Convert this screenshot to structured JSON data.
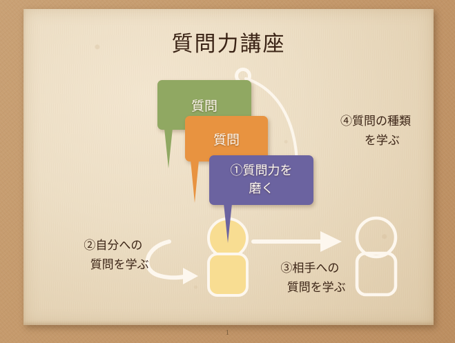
{
  "slide": {
    "title": "質問力講座",
    "page_number": "1",
    "background_color": "#c59a6c",
    "paper_color": "#eddfc6",
    "text_color": "#3b2416"
  },
  "bubbles": [
    {
      "id": "green",
      "text": "質問",
      "color": "#90a862",
      "text_color": "#fdf7ef"
    },
    {
      "id": "orange",
      "text": "質問",
      "color": "#e89340",
      "text_color": "#fdf7ef"
    },
    {
      "id": "purple",
      "line1": "①質問力を",
      "line2": "磨く",
      "color": "#6b63a0",
      "text_color": "#fdf7ef"
    }
  ],
  "notes": {
    "note2": {
      "line1": "②自分への",
      "line2": "質問を学ぶ"
    },
    "note3": {
      "line1": "③相手への",
      "line2": "質問を学ぶ"
    },
    "note4": {
      "line1": "④質問の種類",
      "line2": "を学ぶ"
    }
  },
  "figures": {
    "center": {
      "fill": "#f8dd92",
      "stroke": "#fdf7ee",
      "label": "self-person-figure"
    },
    "right": {
      "fill": "none",
      "stroke": "#fdf7ee",
      "label": "other-person-figure"
    }
  },
  "connectors": {
    "curve_color": "#fdf7ee",
    "arrow_color": "#fdf7ee"
  }
}
